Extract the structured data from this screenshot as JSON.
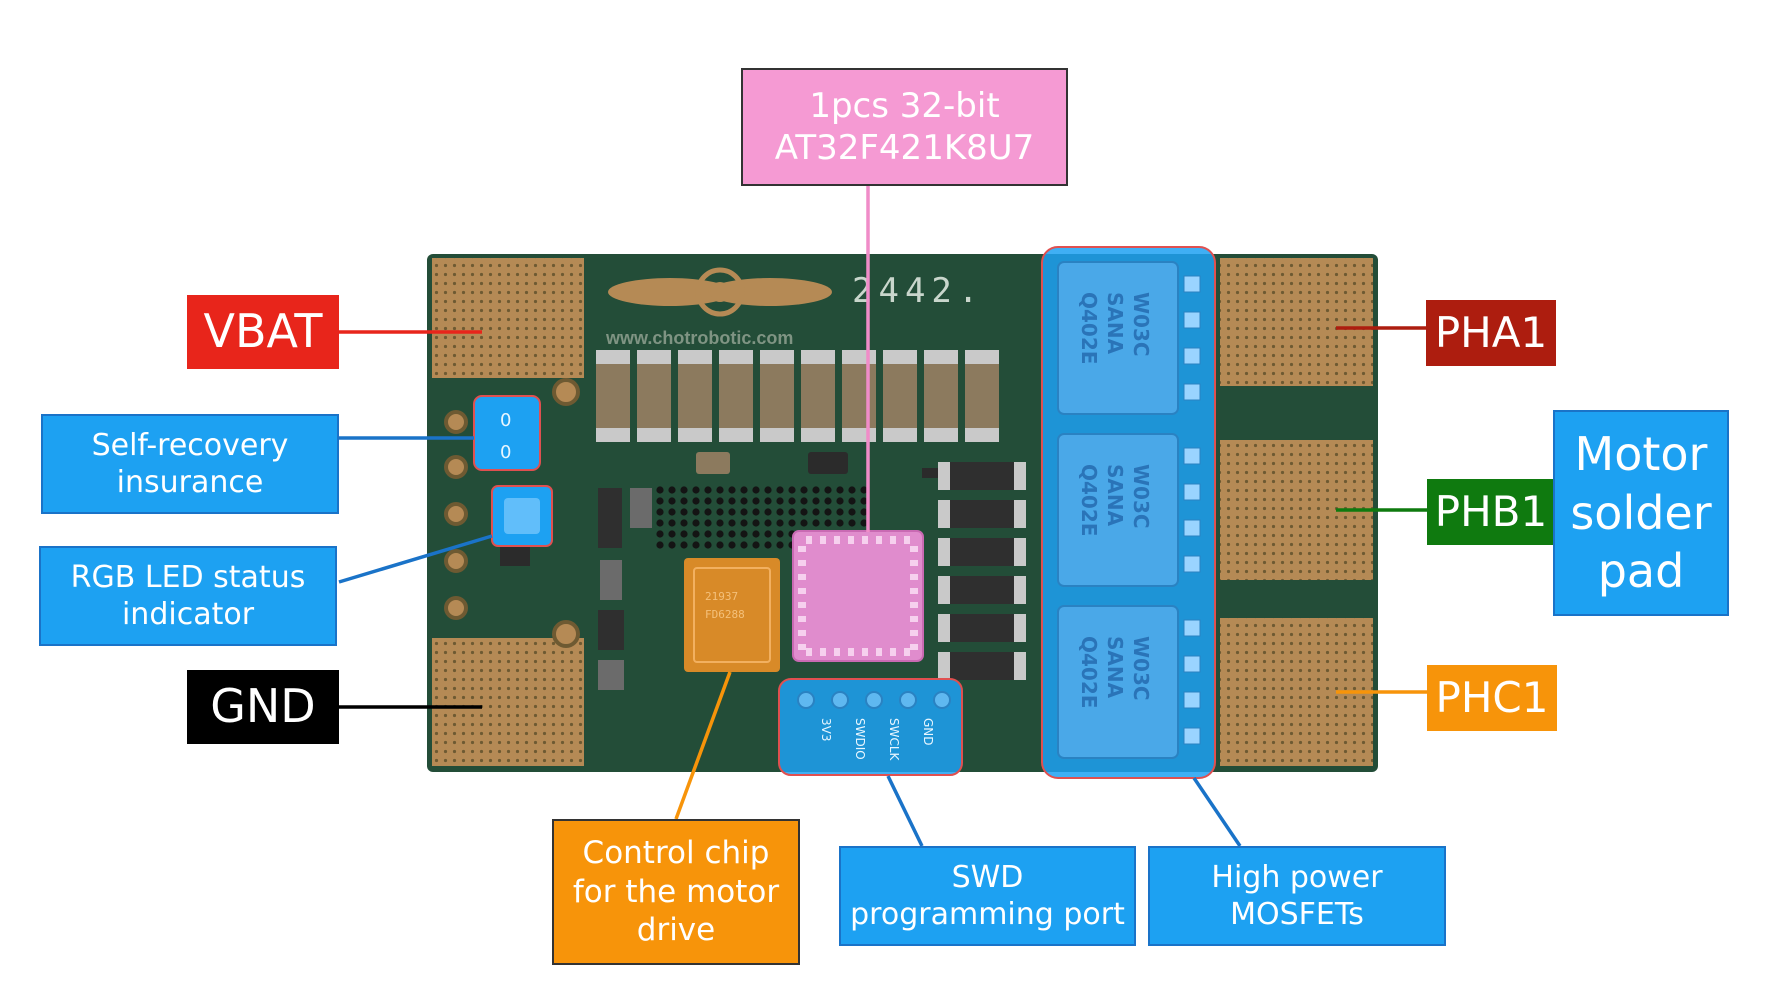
{
  "board_marking": "2442.",
  "website": "www.chotrobotic.com",
  "header_labels": [
    "3V3",
    "SWDIO",
    "SWCLK",
    "GND"
  ],
  "mosfet_marking": [
    "Q402E",
    "SANA",
    "W03C"
  ],
  "labels": {
    "mcu": [
      "1pcs 32-bit",
      "AT32F421K8U7"
    ],
    "vbat": "VBAT",
    "gnd": "GND",
    "fuse": [
      "Self-recovery",
      "insurance"
    ],
    "led": [
      "RGB LED status",
      "indicator"
    ],
    "control": [
      "Control chip",
      "for the motor",
      "drive"
    ],
    "swd": [
      "SWD",
      "programming port"
    ],
    "mosfets": [
      "High power",
      "MOSFETs"
    ],
    "pha": "PHA1",
    "phb": "PHB1",
    "phc": "PHC1",
    "motor": [
      "Motor",
      "solder",
      "pad"
    ]
  },
  "colors": {
    "vbat": "#e8251b",
    "gnd": "#000000",
    "info_blue": "#1da1f2",
    "pink": "#f59ad3",
    "orange": "#f7940a",
    "pha": "#ad1d0f",
    "phb": "#0f7a0f",
    "phc": "#f7940a",
    "pcb": "#234d38",
    "copper": "#b58a55"
  }
}
